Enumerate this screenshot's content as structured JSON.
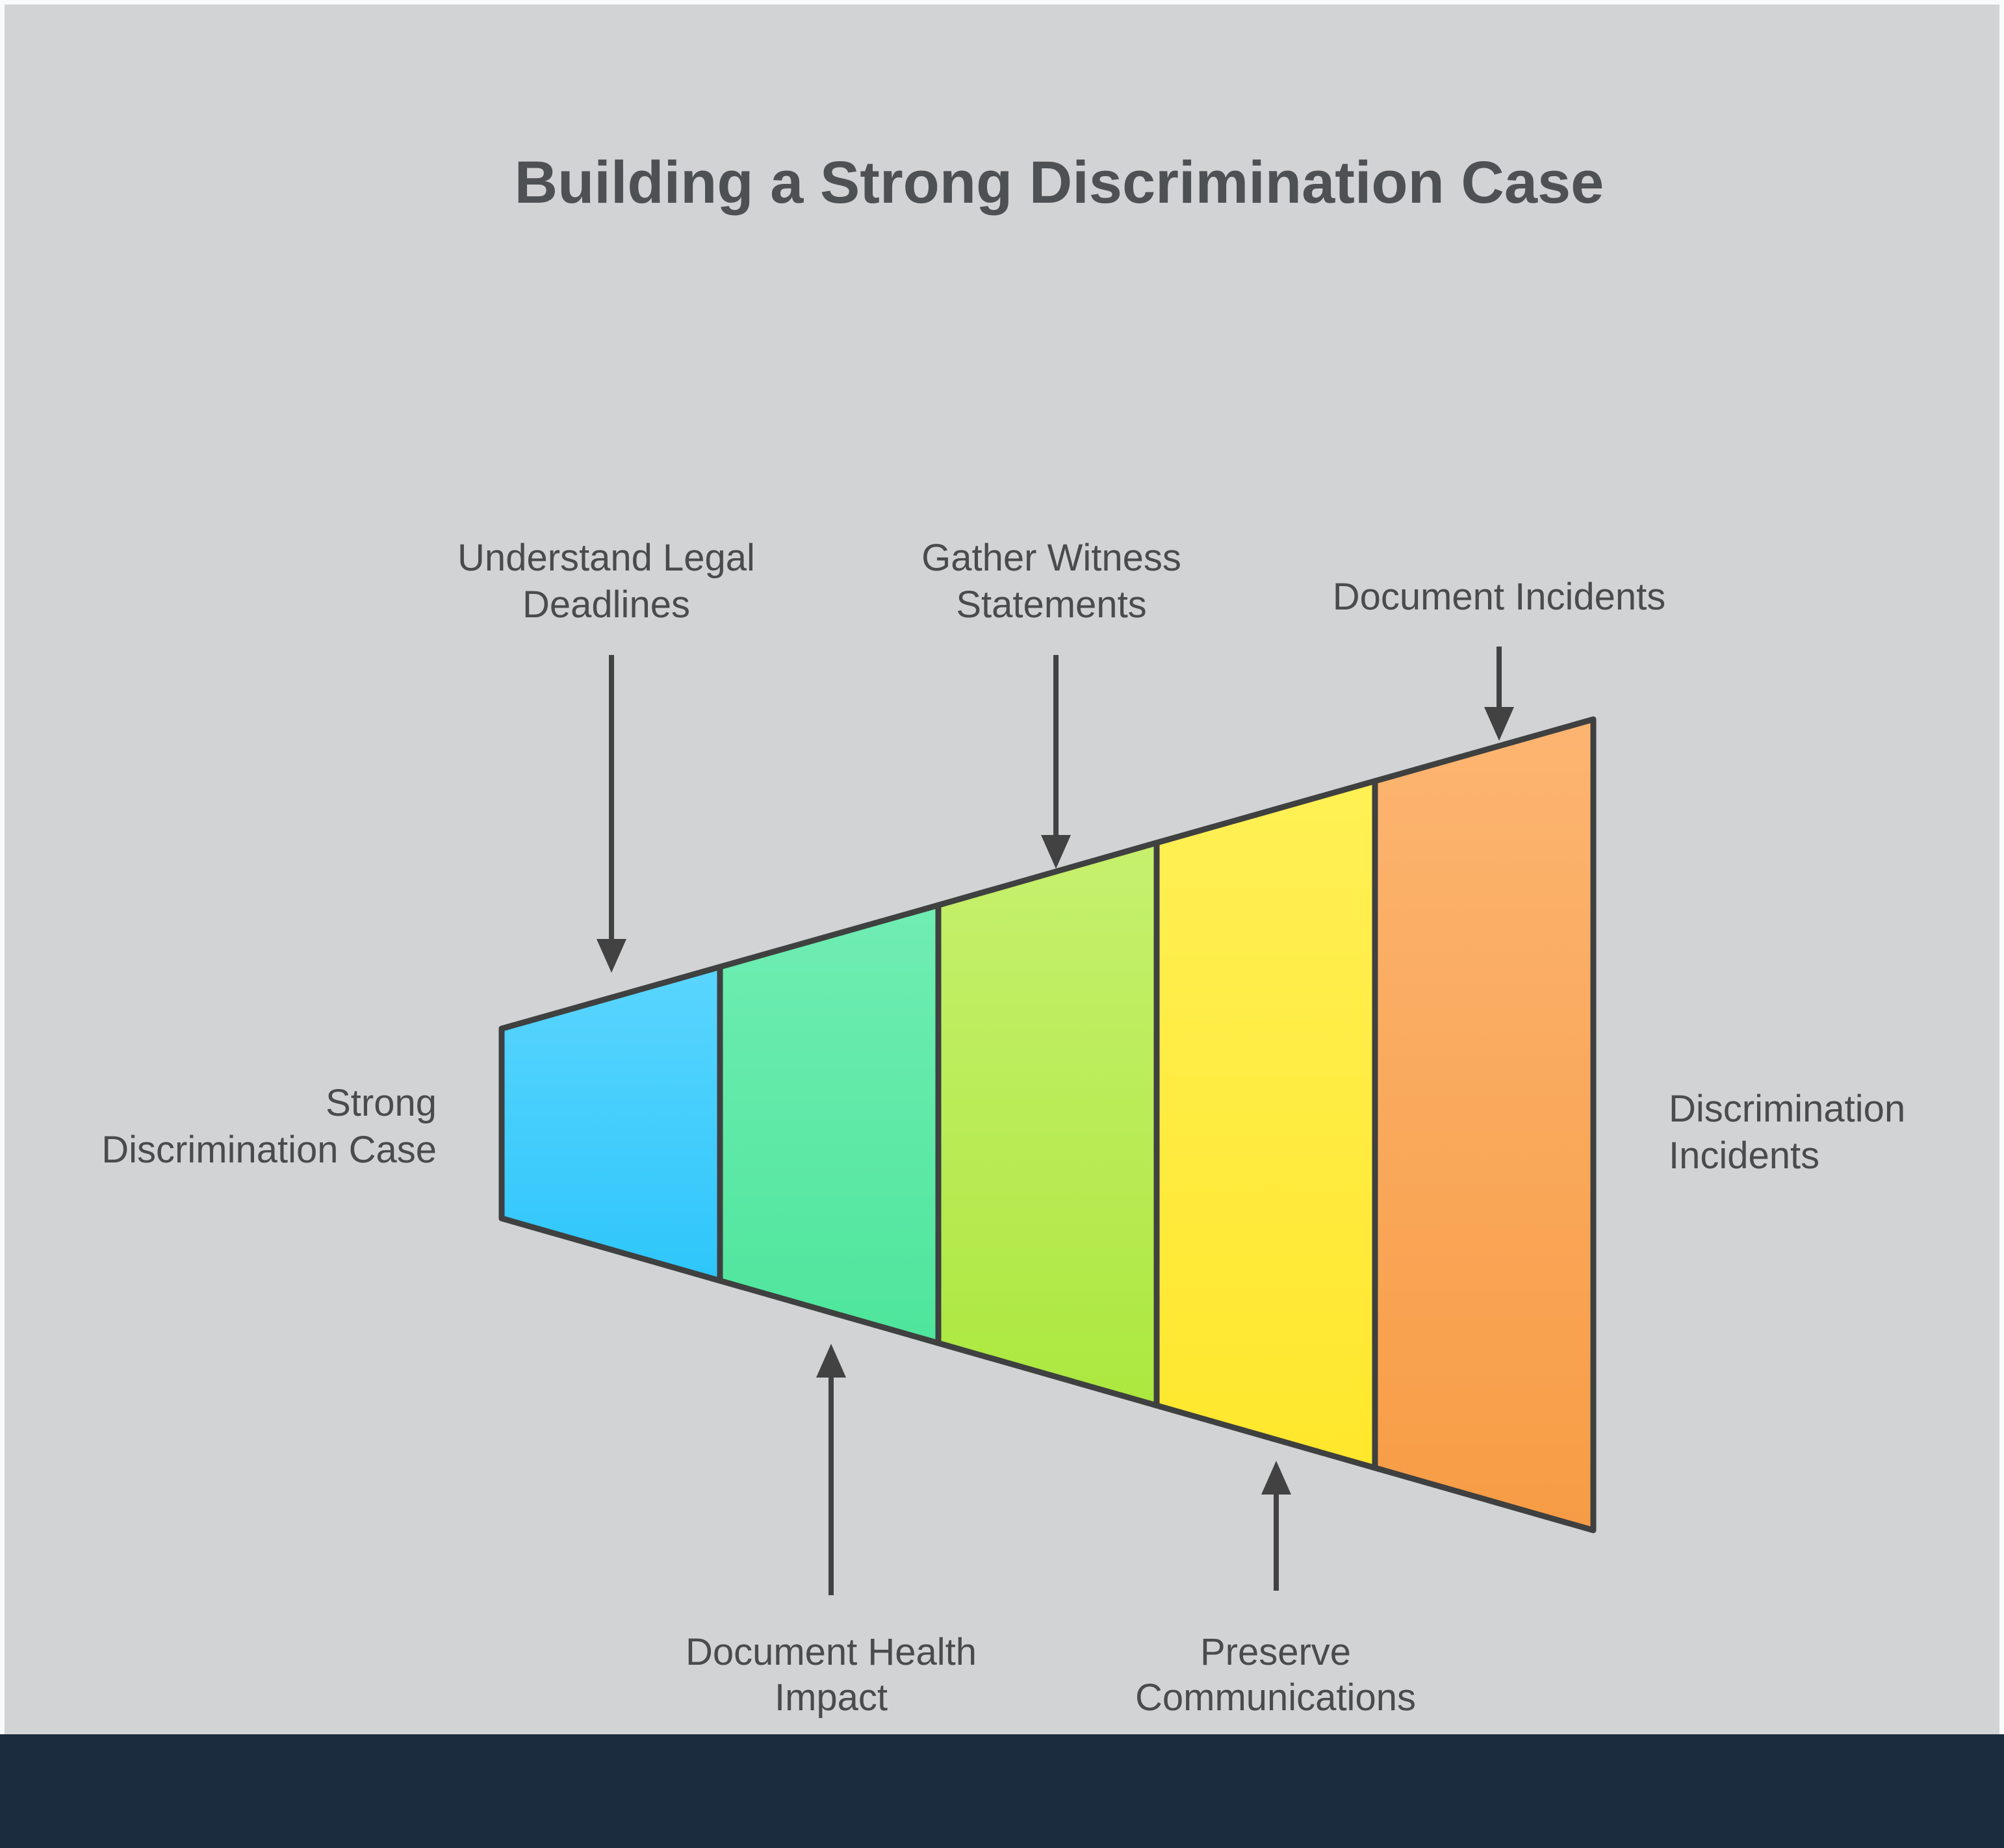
{
  "title": "Building a Strong Discrimination Case",
  "left_label": {
    "line1": "Strong",
    "line2": "Discrimination Case"
  },
  "right_label": {
    "line1": "Discrimination",
    "line2": "Incidents"
  },
  "callouts": {
    "top": [
      {
        "id": "understand-legal-deadlines",
        "line1": "Understand Legal",
        "line2": "Deadlines"
      },
      {
        "id": "gather-witness-statements",
        "line1": "Gather Witness",
        "line2": "Statements"
      },
      {
        "id": "document-incidents",
        "line1": "Document Incidents",
        "line2": ""
      }
    ],
    "bottom": [
      {
        "id": "document-health-impact",
        "line1": "Document Health",
        "line2": "Impact"
      },
      {
        "id": "preserve-communications",
        "line1": "Preserve",
        "line2": "Communications"
      }
    ]
  },
  "funnel": {
    "direction": "wide-right-to-narrow-left",
    "segment_count": 5,
    "segments": [
      {
        "name": "stage-blue",
        "color_top": "#5AD5FE",
        "color_bottom": "#2EC6FA"
      },
      {
        "name": "stage-green",
        "color_top": "#70EDB3",
        "color_bottom": "#4EE59B"
      },
      {
        "name": "stage-lime",
        "color_top": "#C6F06E",
        "color_bottom": "#ACE83F"
      },
      {
        "name": "stage-yellow",
        "color_top": "#FFF055",
        "color_bottom": "#FFE72C"
      },
      {
        "name": "stage-orange",
        "color_top": "#FCB571",
        "color_bottom": "#F79C45"
      }
    ],
    "outline_color": "#3F4040"
  },
  "colors": {
    "page_background": "#F8FAFB",
    "canvas_background": "#D2D3D4",
    "footer_band": "#1C2C3F",
    "title_text": "#4E5154",
    "label_text": "#4A4B4C",
    "arrow": "#424242"
  }
}
